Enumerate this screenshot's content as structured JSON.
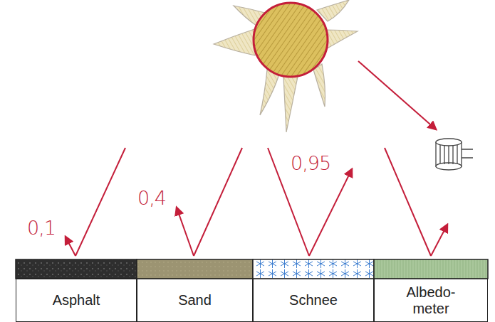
{
  "diagram": {
    "nodes": [
      {
        "text": [
          "Asphalt"
        ]
      },
      {
        "text": [
          "Sand"
        ]
      },
      {
        "text": [
          "Schnee"
        ]
      },
      {
        "text": [
          "Albedo- meter"
        ]
      }
    ],
    "labels": [
      "0,1",
      "0,4",
      "0,95"
    ]
  }
}
